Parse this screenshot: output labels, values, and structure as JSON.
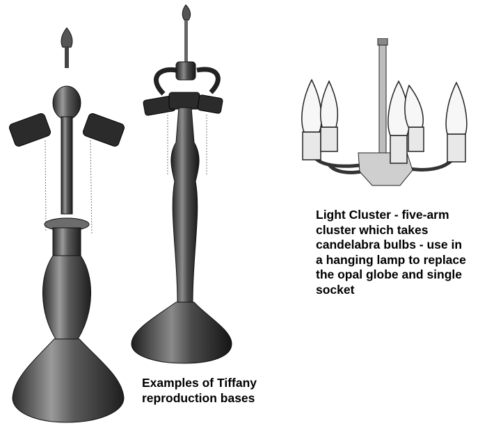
{
  "figures": {
    "left_lamp": "double-socket-lamp-base",
    "middle_lamp": "triple-socket-lamp-base",
    "cluster": "five-arm-light-cluster"
  },
  "captions": {
    "light_cluster": "Light Cluster - five-arm\ncluster which takes\ncandelabra bulbs - use in\na hanging lamp to replace\nthe opal globe and single\nsocket",
    "bases": "Examples of Tiffany\nreproduction bases"
  }
}
